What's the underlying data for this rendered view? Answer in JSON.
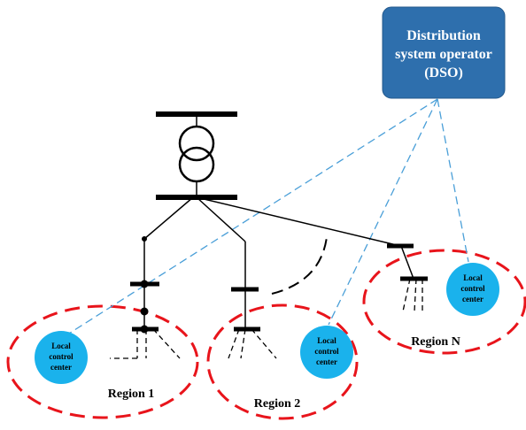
{
  "dso": {
    "line1": "Distribution",
    "line2": "system operator",
    "line3": "(DSO)",
    "fill": "#2e6fad"
  },
  "centers": [
    {
      "line1": "Local",
      "line2": "control",
      "line3": "center"
    },
    {
      "line1": "Local",
      "line2": "control",
      "line3": "center"
    },
    {
      "line1": "Local",
      "line2": "control",
      "line3": "center"
    }
  ],
  "regions": [
    {
      "label": "Region 1"
    },
    {
      "label": "Region 2"
    },
    {
      "label": "Region N"
    }
  ],
  "colors": {
    "center_fill": "#1ab2ec",
    "region_outline": "#e8141b",
    "comm_link": "#4a9fd8",
    "network": "#000000"
  }
}
